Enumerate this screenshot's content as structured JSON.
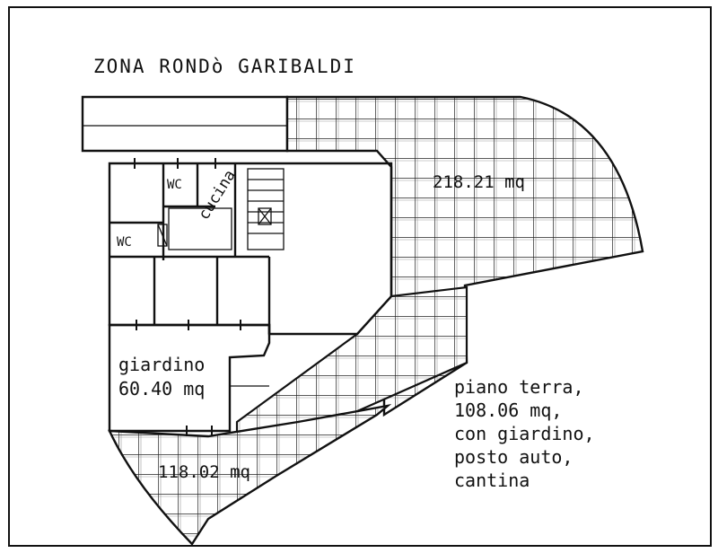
{
  "title": "ZONA RONDò GARIBALDI",
  "areas": {
    "terrace_top": "218.21 mq",
    "terrace_bottom": "118.02 mq",
    "garden_name": "giardino",
    "garden_area": "60.40 mq"
  },
  "rooms": {
    "wc_upper": "WC",
    "wc_lower": "WC",
    "kitchen": "cucina"
  },
  "description": {
    "line1": "piano terra,",
    "line2": "108.06 mq,",
    "line3": "con giardino,",
    "line4": "posto auto,",
    "line5": "cantina"
  },
  "colors": {
    "ink": "#111111",
    "background": "#ffffff"
  }
}
